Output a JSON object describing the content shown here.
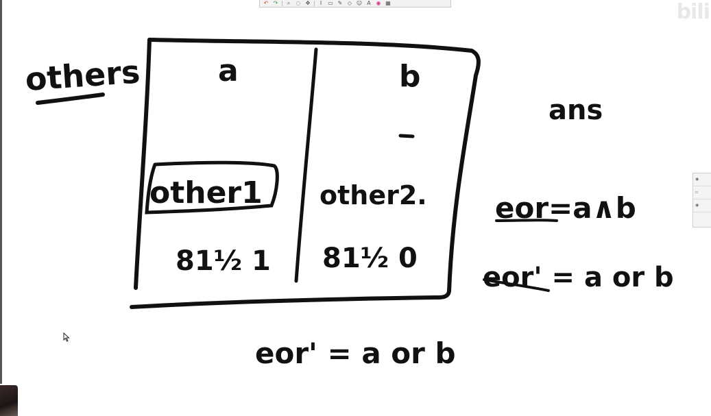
{
  "toolbar": {
    "icons": [
      "undo-icon",
      "redo-icon",
      "zoom-icon",
      "lasso-icon",
      "move-icon",
      "text-icon",
      "eraser-icon",
      "pen-icon",
      "shape-icon",
      "stamp-icon",
      "font-icon",
      "color-icon",
      "grid-icon"
    ]
  },
  "watermark": {
    "text": "bili"
  },
  "board": {
    "left_label": "others",
    "column_a": "a",
    "column_b": "b",
    "cell_a_other": "other1",
    "cell_b_other": "other2.",
    "cell_a_value": "81½ 1",
    "cell_b_value": "81½ 0"
  },
  "notes": {
    "ans": "ans",
    "eq1": "eor=a∧b",
    "eq2": "eor' = a or b",
    "eq3": "eor' = a or b"
  },
  "colors": {
    "ink": "#111111",
    "background": "#ffffff"
  }
}
